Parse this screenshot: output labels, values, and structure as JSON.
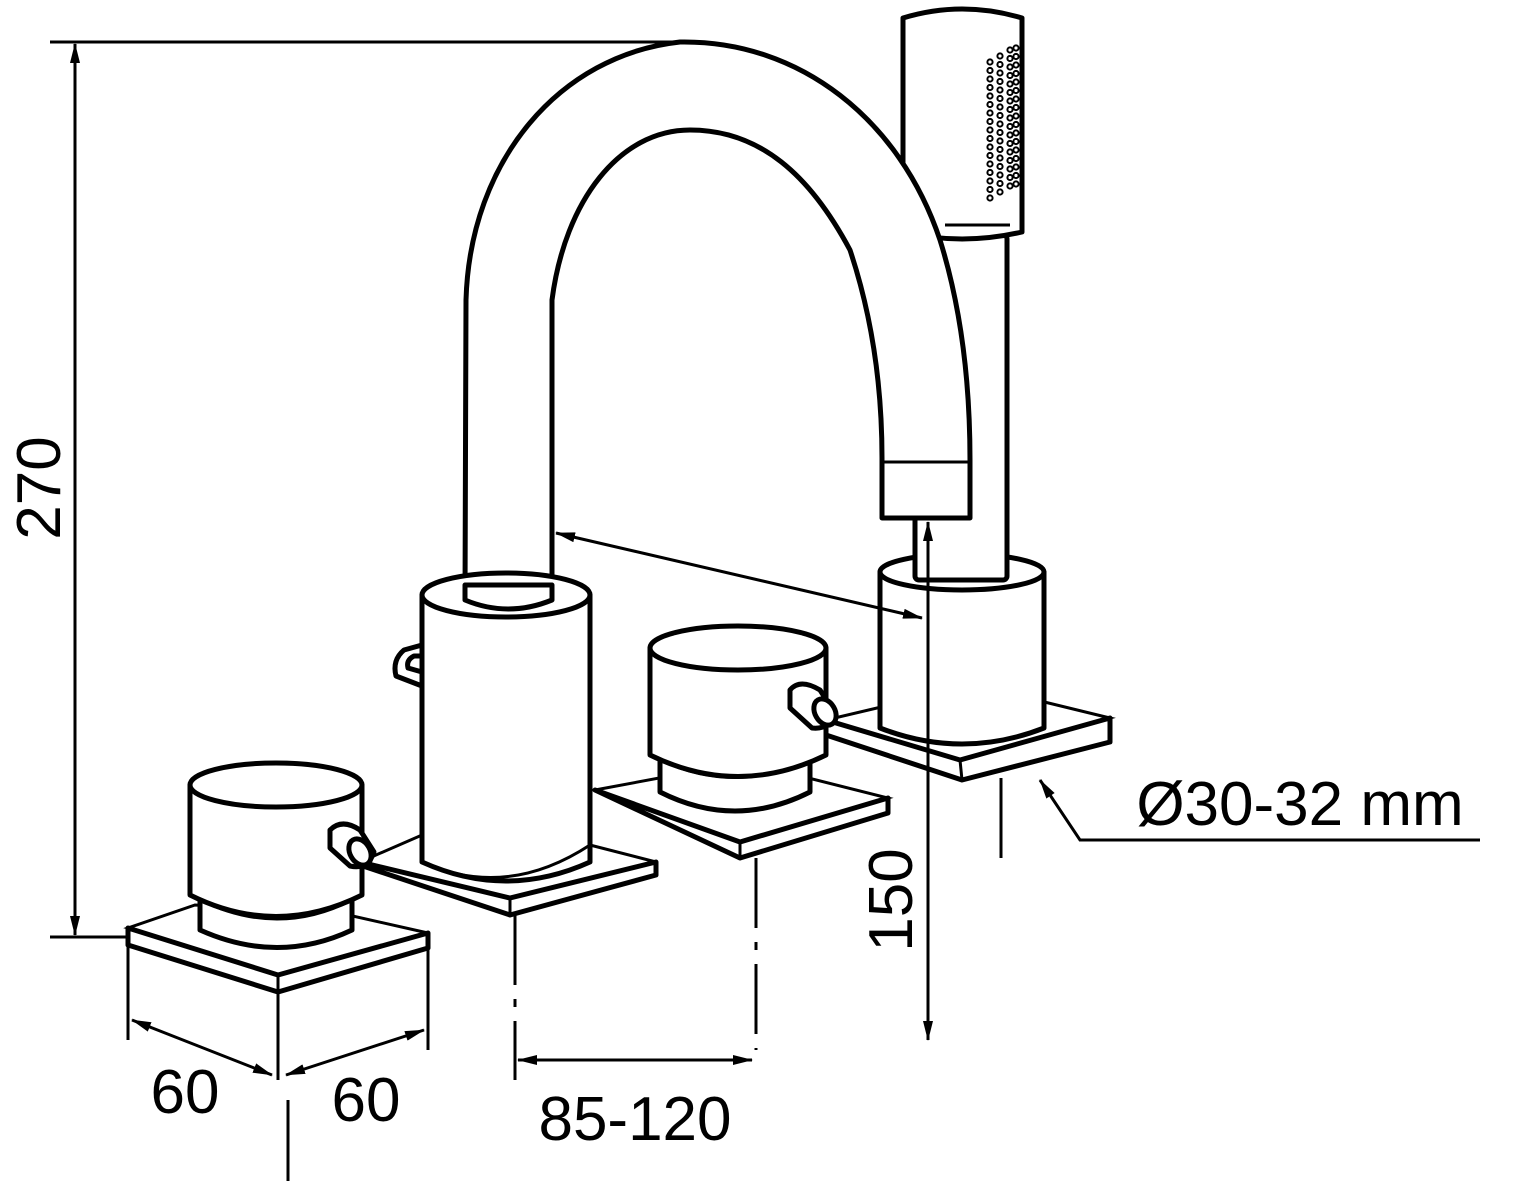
{
  "dimensions": {
    "total_height": "270",
    "left_plate_width": "60",
    "left_plate_depth": "60",
    "handle_spacing": "85-120",
    "spout_reach": "150",
    "hole_diameter": "Ø30-32 mm"
  },
  "line_color": "#000000",
  "background_color": "#ffffff"
}
